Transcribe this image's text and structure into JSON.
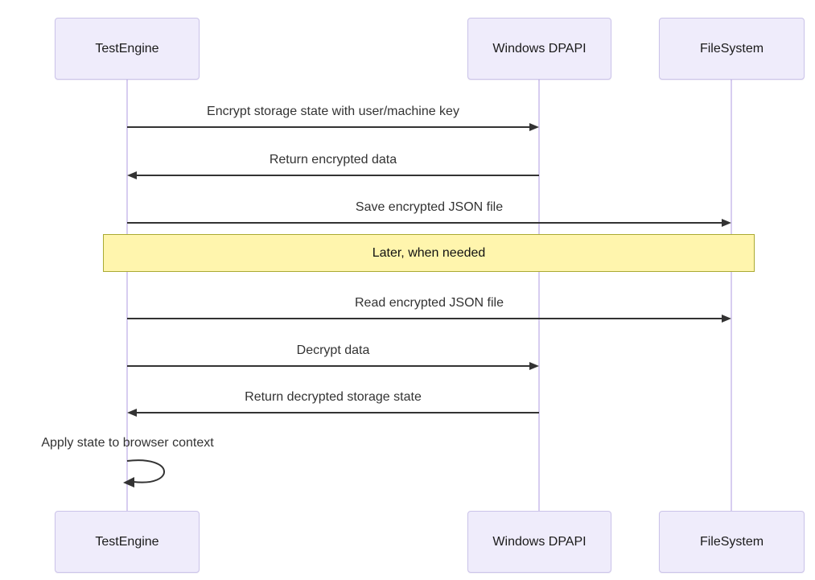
{
  "diagram_type": "sequence",
  "actors": [
    {
      "label": "TestEngine"
    },
    {
      "label": "Windows DPAPI"
    },
    {
      "label": "FileSystem"
    }
  ],
  "messages": [
    {
      "label": "Encrypt storage state with user/machine key",
      "from": "TestEngine",
      "to": "Windows DPAPI",
      "direction": "right"
    },
    {
      "label": "Return encrypted data",
      "from": "Windows DPAPI",
      "to": "TestEngine",
      "direction": "left"
    },
    {
      "label": "Save encrypted JSON file",
      "from": "TestEngine",
      "to": "FileSystem",
      "direction": "right"
    },
    {
      "label": "Read encrypted JSON file",
      "from": "TestEngine",
      "to": "FileSystem",
      "direction": "right"
    },
    {
      "label": "Decrypt data",
      "from": "TestEngine",
      "to": "Windows DPAPI",
      "direction": "right"
    },
    {
      "label": "Return decrypted storage state",
      "from": "Windows DPAPI",
      "to": "TestEngine",
      "direction": "left"
    }
  ],
  "self_message": {
    "label": "Apply state to browser context",
    "actor": "TestEngine"
  },
  "note": {
    "label": "Later, when needed",
    "spans": "TestEngine to FileSystem"
  },
  "colors": {
    "actor_fill": "#EFECFB",
    "actor_border": "#CBC3E9",
    "lifeline": "#D7CDF0",
    "arrow": "#333333",
    "message_text": "#333333",
    "note_fill": "#FFF5AD",
    "note_border": "#AAAA33",
    "background": "#FFFFFF"
  }
}
